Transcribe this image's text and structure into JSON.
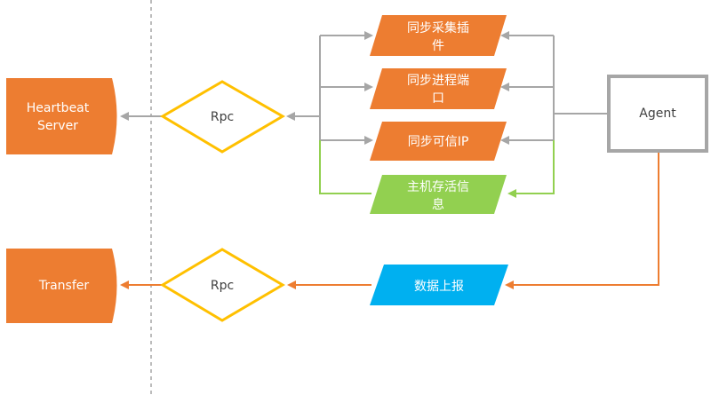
{
  "nodes": {
    "heartbeat": [
      "Heartbeat",
      "Server"
    ],
    "transfer": "Transfer",
    "rpc_top": "Rpc",
    "rpc_bottom": "Rpc",
    "agent": "Agent",
    "sync_plugins": [
      "同步采集插",
      "件"
    ],
    "sync_ports": [
      "同步进程端",
      "口"
    ],
    "sync_ip": "同步可信IP",
    "host_alive": [
      "主机存活信",
      "息"
    ],
    "data_report": "数据上报"
  },
  "colors": {
    "orange": "#ED7D31",
    "gray_line": "#A6A6A6",
    "green": "#92D050",
    "blue": "#00B0F0",
    "yellow": "#FFC000",
    "agent_border": "#A6A6A6",
    "white": "#FFFFFF"
  }
}
